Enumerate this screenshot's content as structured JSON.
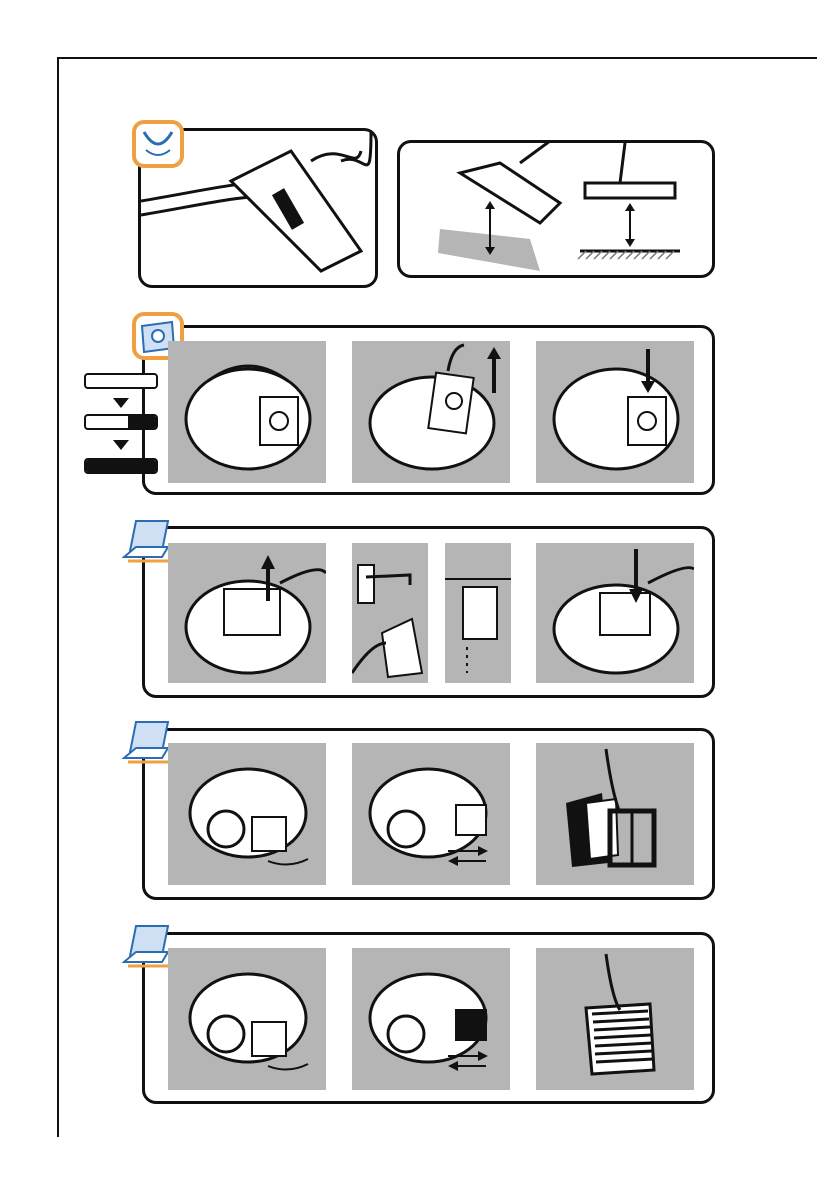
{
  "page": {
    "kind": "vacuum cleaner maintenance instruction page"
  },
  "colors": {
    "accent": "#f0a040",
    "panel_gray": "#b5b5b5",
    "line": "#111111",
    "badge_blue": "#2a6db5"
  },
  "sections": [
    {
      "id": "nozzle",
      "icon": "floor-nozzle-icon"
    },
    {
      "id": "dust-bag",
      "icon": "dust-bag-icon"
    },
    {
      "id": "motor-filter",
      "icon": "filter-icon"
    },
    {
      "id": "exhaust-filter-a",
      "icon": "filter-icon"
    },
    {
      "id": "exhaust-filter-b",
      "icon": "filter-icon"
    }
  ],
  "indicator": {
    "levels": [
      0.0,
      0.4,
      1.0
    ],
    "icon": "bag-full-indicator-icon"
  }
}
